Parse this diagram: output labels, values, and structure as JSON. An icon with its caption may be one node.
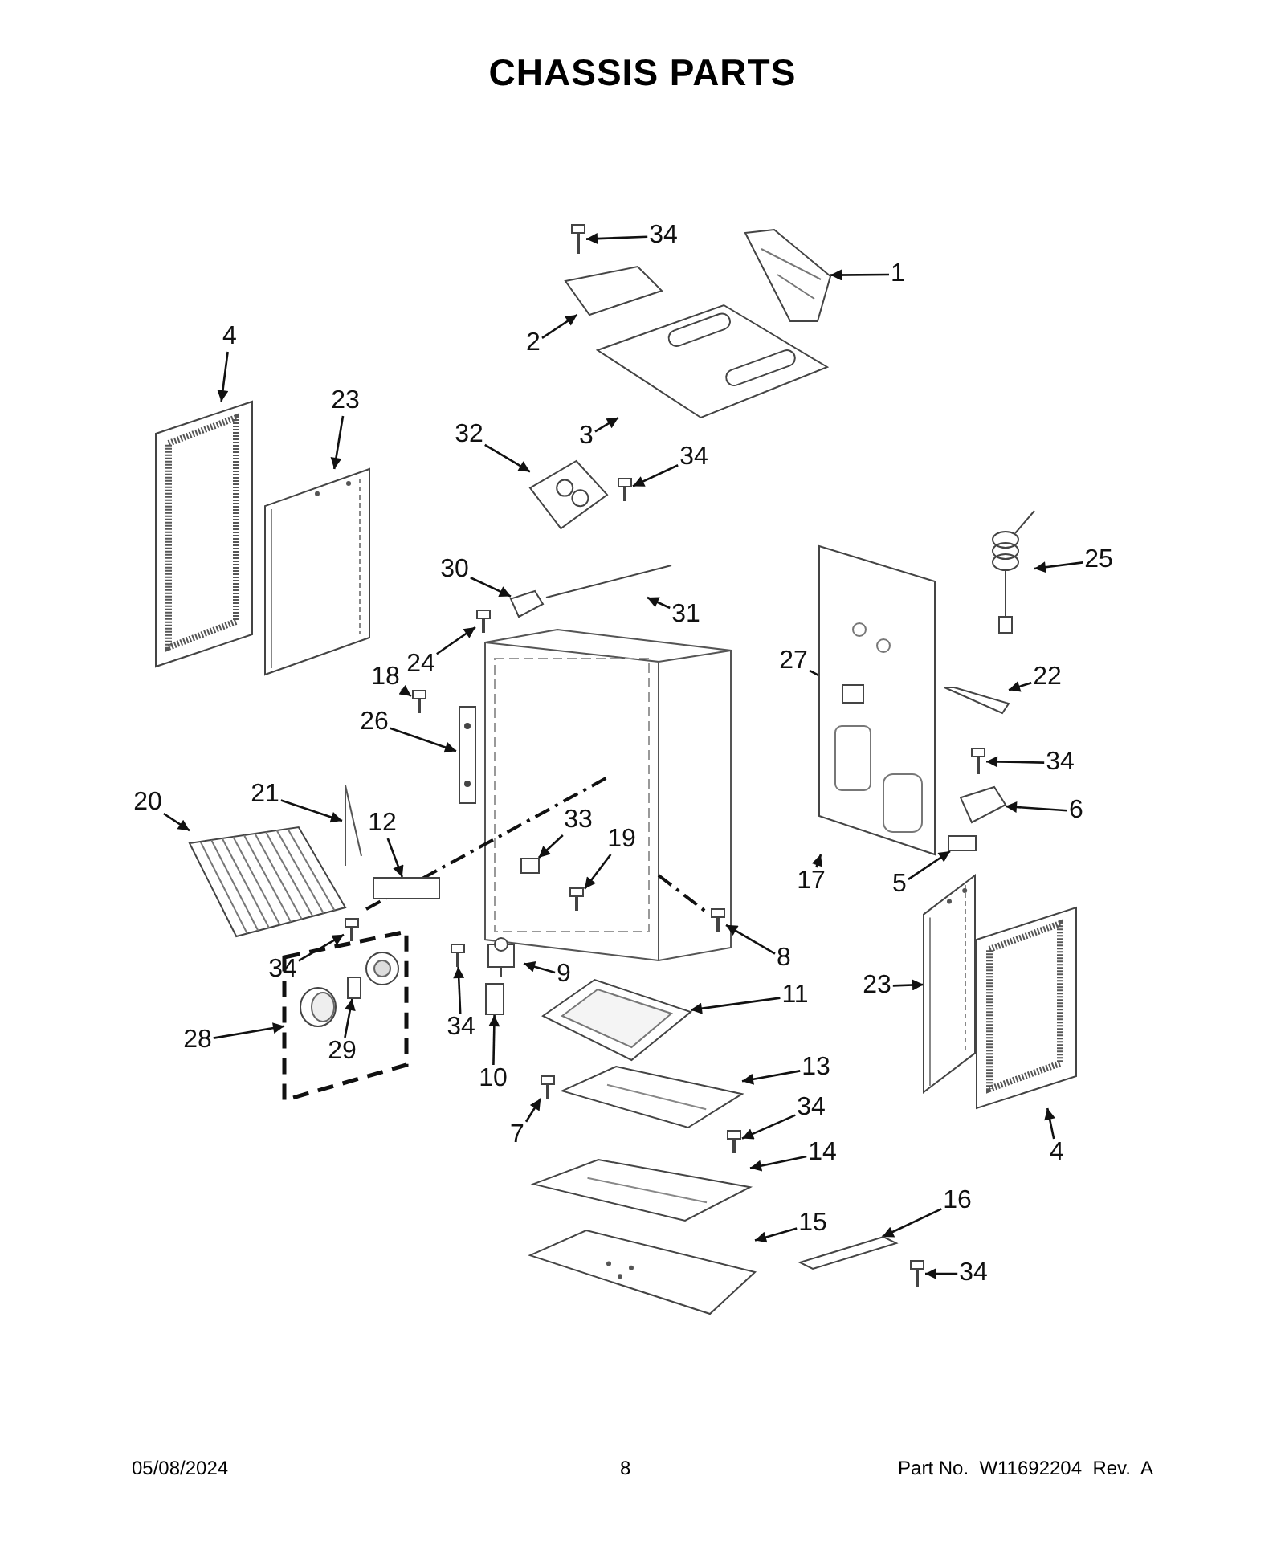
{
  "diagram": {
    "title": "CHASSIS PARTS",
    "nodes": [
      {
        "text": [
          "34"
        ]
      },
      {
        "text": [],
        "shape": "picture"
      },
      {
        "text": [
          "1"
        ]
      },
      {
        "text": [],
        "shape": "picture"
      },
      {
        "text": [
          "2"
        ]
      },
      {
        "text": [],
        "shape": "picture"
      },
      {
        "text": [
          "4"
        ]
      },
      {
        "text": [],
        "shape": "picture"
      },
      {
        "text": [
          "23"
        ]
      },
      {
        "text": [],
        "shape": "picture"
      },
      {
        "text": [
          "3"
        ]
      },
      {
        "text": [],
        "shape": "picture"
      },
      {
        "text": [
          "32"
        ]
      },
      {
        "text": [],
        "shape": "picture"
      },
      {
        "text": [
          "34"
        ]
      },
      {
        "text": [],
        "shape": "picture"
      },
      {
        "text": [
          "25"
        ]
      },
      {
        "text": [],
        "shape": "picture"
      },
      {
        "text": [
          "30"
        ]
      },
      {
        "text": [],
        "shape": "picture"
      },
      {
        "text": [
          "31"
        ]
      },
      {
        "text": [],
        "shape": "picture"
      },
      {
        "text": [
          "24"
        ]
      },
      {
        "text": [],
        "shape": "picture"
      },
      {
        "text": [
          "17"
        ]
      },
      {
        "text": [],
        "shape": "picture"
      },
      {
        "text": [
          "27"
        ]
      },
      {
        "text": [],
        "shape": "box",
        "in": 25
      },
      {
        "text": [
          "22"
        ]
      },
      {
        "text": [],
        "shape": "picture"
      },
      {
        "text": [
          "18"
        ]
      },
      {
        "text": [],
        "shape": "picture"
      },
      {
        "text": [
          "26"
        ]
      },
      {
        "text": [],
        "shape": "picture"
      },
      {
        "text": [
          "34"
        ]
      },
      {
        "text": [],
        "shape": "picture"
      },
      {
        "text": [
          "6"
        ]
      },
      {
        "text": [],
        "shape": "picture"
      },
      {
        "text": [
          "5"
        ]
      },
      {
        "text": [],
        "shape": "box"
      },
      {
        "text": [
          "20"
        ]
      },
      {
        "text": [],
        "shape": "picture"
      },
      {
        "text": [
          "21"
        ]
      },
      {
        "text": [],
        "shape": "picture"
      },
      {
        "text": [
          "12"
        ]
      },
      {
        "text": [],
        "shape": "box"
      },
      {
        "text": [
          "33"
        ]
      },
      {
        "text": [],
        "shape": "box"
      },
      {
        "text": [
          "19"
        ]
      },
      {
        "text": [],
        "shape": "picture"
      },
      {
        "text": [
          "8"
        ]
      },
      {
        "text": [],
        "shape": "picture"
      },
      {
        "text": [
          "34"
        ]
      },
      {
        "text": [],
        "shape": "picture"
      },
      {
        "text": [
          "9"
        ]
      },
      {
        "text": [],
        "shape": "picture"
      },
      {
        "text": [
          "34"
        ]
      },
      {
        "text": [],
        "shape": "picture"
      },
      {
        "text": [
          "10"
        ]
      },
      {
        "text": [],
        "shape": "box"
      },
      {
        "text": [
          "28"
        ]
      },
      {
        "text": [],
        "shape": "picture"
      },
      {
        "text": [
          "29"
        ],
        "in": 61
      },
      {
        "text": [],
        "shape": "box",
        "in": 61
      },
      {
        "text": [
          "11"
        ]
      },
      {
        "text": [],
        "shape": "picture"
      },
      {
        "text": [
          "13"
        ]
      },
      {
        "text": [],
        "shape": "picture"
      },
      {
        "text": [
          "7"
        ]
      },
      {
        "text": [],
        "shape": "picture"
      },
      {
        "text": [
          "34"
        ]
      },
      {
        "text": [],
        "shape": "picture"
      },
      {
        "text": [
          "14"
        ]
      },
      {
        "text": [],
        "shape": "picture"
      },
      {
        "text": [
          "15"
        ]
      },
      {
        "text": [],
        "shape": "picture"
      },
      {
        "text": [
          "16"
        ]
      },
      {
        "text": [],
        "shape": "picture"
      },
      {
        "text": [
          "34"
        ]
      },
      {
        "text": [],
        "shape": "picture"
      },
      {
        "text": [
          "23"
        ]
      },
      {
        "text": [],
        "shape": "picture"
      },
      {
        "text": [
          "4"
        ]
      },
      {
        "text": [],
        "shape": "picture"
      }
    ],
    "edges": [
      {
        "from": 0,
        "to": 1,
        "arrow": "to"
      },
      {
        "from": 2,
        "to": 3,
        "arrow": "to"
      },
      {
        "from": 4,
        "to": 5,
        "arrow": "to"
      },
      {
        "from": 6,
        "to": 7,
        "arrow": "to"
      },
      {
        "from": 8,
        "to": 9,
        "arrow": "to"
      },
      {
        "from": 10,
        "to": 11,
        "arrow": "to"
      },
      {
        "from": 12,
        "to": 13,
        "arrow": "to"
      },
      {
        "from": 14,
        "to": 15,
        "arrow": "to"
      },
      {
        "from": 16,
        "to": 17,
        "arrow": "to"
      },
      {
        "from": 18,
        "to": 19,
        "arrow": "to"
      },
      {
        "from": 20,
        "to": 21,
        "arrow": "to"
      },
      {
        "from": 22,
        "to": 23,
        "arrow": "to"
      },
      {
        "from": 24,
        "to": 25,
        "arrow": "to"
      },
      {
        "from": 26,
        "to": 27,
        "arrow": "to"
      },
      {
        "from": 28,
        "to": 29,
        "arrow": "to"
      },
      {
        "from": 30,
        "to": 31,
        "arrow": "to"
      },
      {
        "from": 32,
        "to": 33,
        "arrow": "to"
      },
      {
        "from": 34,
        "to": 35,
        "arrow": "to"
      },
      {
        "from": 36,
        "to": 37,
        "arrow": "to"
      },
      {
        "from": 38,
        "to": 39,
        "arrow": "to"
      },
      {
        "from": 40,
        "to": 41,
        "arrow": "to"
      },
      {
        "from": 42,
        "to": 43,
        "arrow": "to"
      },
      {
        "from": 44,
        "to": 45,
        "arrow": "to"
      },
      {
        "from": 46,
        "to": 47,
        "arrow": "to"
      },
      {
        "from": 48,
        "to": 49,
        "arrow": "to"
      },
      {
        "from": 50,
        "to": 51,
        "arrow": "to"
      },
      {
        "from": 52,
        "to": 53,
        "arrow": "to"
      },
      {
        "from": 54,
        "to": 55,
        "arrow": "to"
      },
      {
        "from": 56,
        "to": 57,
        "arrow": "to"
      },
      {
        "from": 58,
        "to": 59,
        "arrow": "to"
      },
      {
        "from": 60,
        "to": 61,
        "arrow": "to"
      },
      {
        "from": 62,
        "to": 63,
        "arrow": "to"
      },
      {
        "from": 64,
        "to": 65,
        "arrow": "to"
      },
      {
        "from": 66,
        "to": 67,
        "arrow": "to"
      },
      {
        "from": 68,
        "to": 69,
        "arrow": "to"
      },
      {
        "from": 70,
        "to": 71,
        "arrow": "to"
      },
      {
        "from": 72,
        "to": 73,
        "arrow": "to"
      },
      {
        "from": 74,
        "to": 75,
        "arrow": "to"
      },
      {
        "from": 76,
        "to": 77,
        "arrow": "to"
      },
      {
        "from": 78,
        "to": 79,
        "arrow": "to"
      },
      {
        "from": 80,
        "to": 81,
        "arrow": "to"
      },
      {
        "from": 82,
        "to": 83,
        "arrow": "to"
      }
    ],
    "labels": [
      "05/08/2024",
      "8",
      "Part No.  W11692204  Rev.  A"
    ]
  }
}
